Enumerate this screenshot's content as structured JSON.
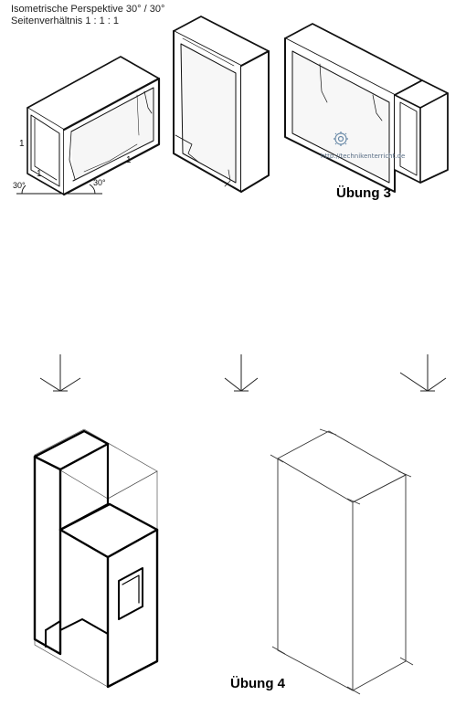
{
  "header": {
    "line1": "Isometrische Perspektive 30° / 30°",
    "line2": "Seitenverhältnis 1 : 1 : 1"
  },
  "dimensions": {
    "side_1": "1",
    "angle_left": "30°",
    "angle_right": "30°"
  },
  "watermark": "http://technikenterricht.de",
  "exercises": {
    "ex3": "Übung 3",
    "ex4": "Übung 4"
  }
}
